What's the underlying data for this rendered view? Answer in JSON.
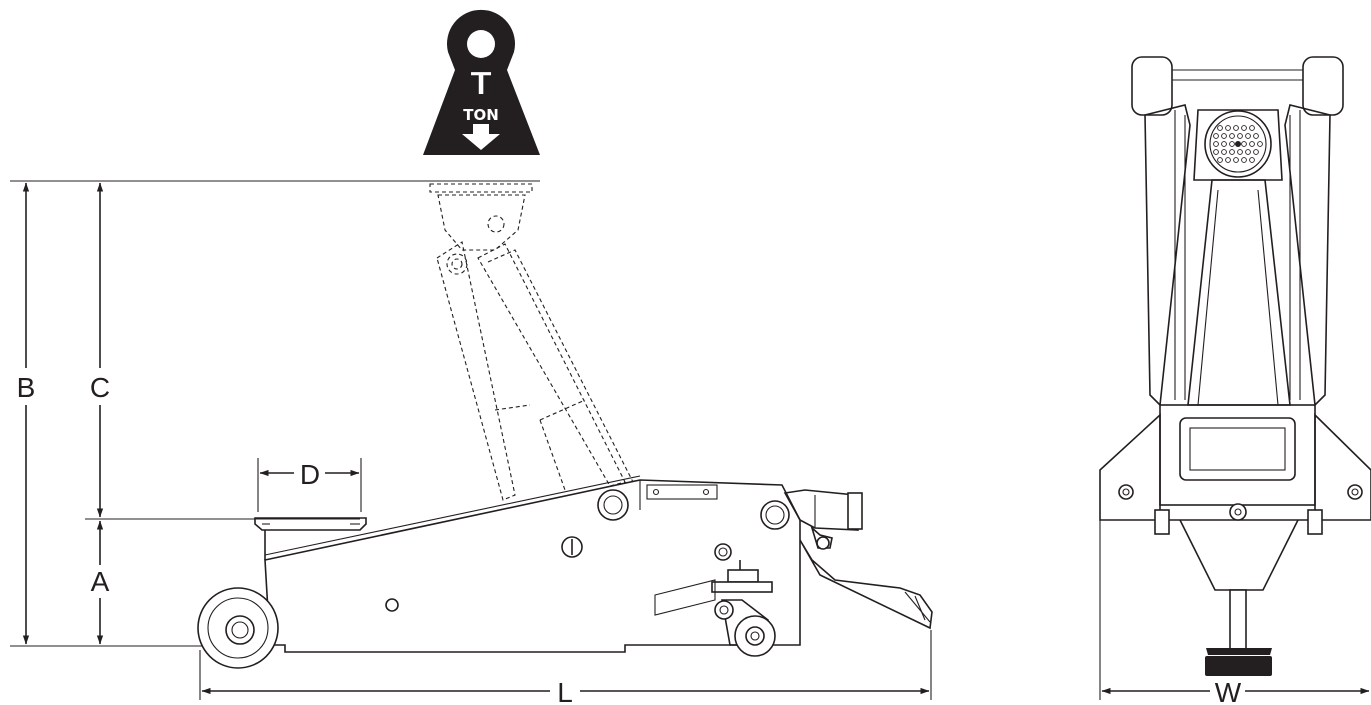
{
  "badge": {
    "letter": "T",
    "unit": "TON",
    "icon": "weight-down-arrow-icon"
  },
  "dimensions": {
    "A": "A",
    "B": "B",
    "C": "C",
    "D": "D",
    "L": "L",
    "W": "W"
  },
  "colors": {
    "ink": "#231f20",
    "background": "#ffffff"
  }
}
